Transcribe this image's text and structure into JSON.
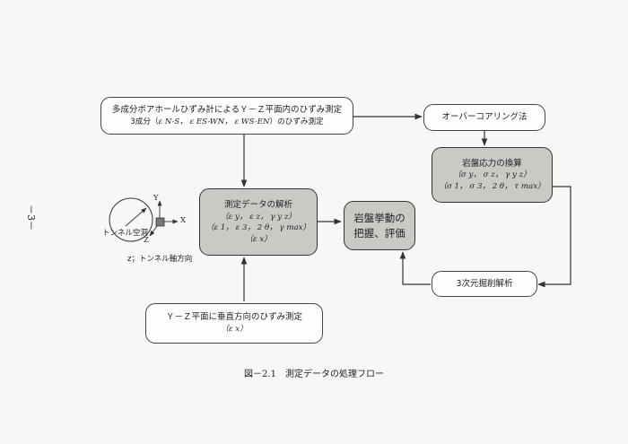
{
  "page_number": "－3－",
  "caption": "図－2.1　測定データの処理フロー",
  "boxes": {
    "borehole": {
      "line1": "多成分ボアホールひずみ計によるＹ－Ｚ平面内のひずみ測定",
      "line2_prefix": "3成分（",
      "line2_terms": "ε N-S，  ε ES-WN，  ε WS-EN",
      "line2_suffix": "）のひずみ測定"
    },
    "analysis": {
      "line1": "測定データの解析",
      "line2": "（ε y，  ε z，  γ y z）",
      "line3": "（ε 1，  ε 3，  2 θ，  γ max）",
      "line4": "（ε x）"
    },
    "behavior": {
      "line1": "岩盤挙動の",
      "line2": "把握、評価"
    },
    "overcoring": {
      "label": "オーバーコアリング法"
    },
    "stress": {
      "line1": "岩盤応力の換算",
      "line2": "（σ y，  σ z，  γ y z）",
      "line3": "（σ 1，  σ 3，  2 θ，  τ max）"
    },
    "excavation": {
      "label": "3次元掘削解析"
    },
    "vertical": {
      "line1": "Ｙ－Ｚ平面に垂直方向のひずみ測定",
      "line2": "（ε x）"
    }
  },
  "tunnel_figure": {
    "tunnel_label": "トンネル空洞",
    "axis_y": "Y",
    "axis_x": "X",
    "axis_z": "Z",
    "note": "z；トンネル軸方向"
  }
}
